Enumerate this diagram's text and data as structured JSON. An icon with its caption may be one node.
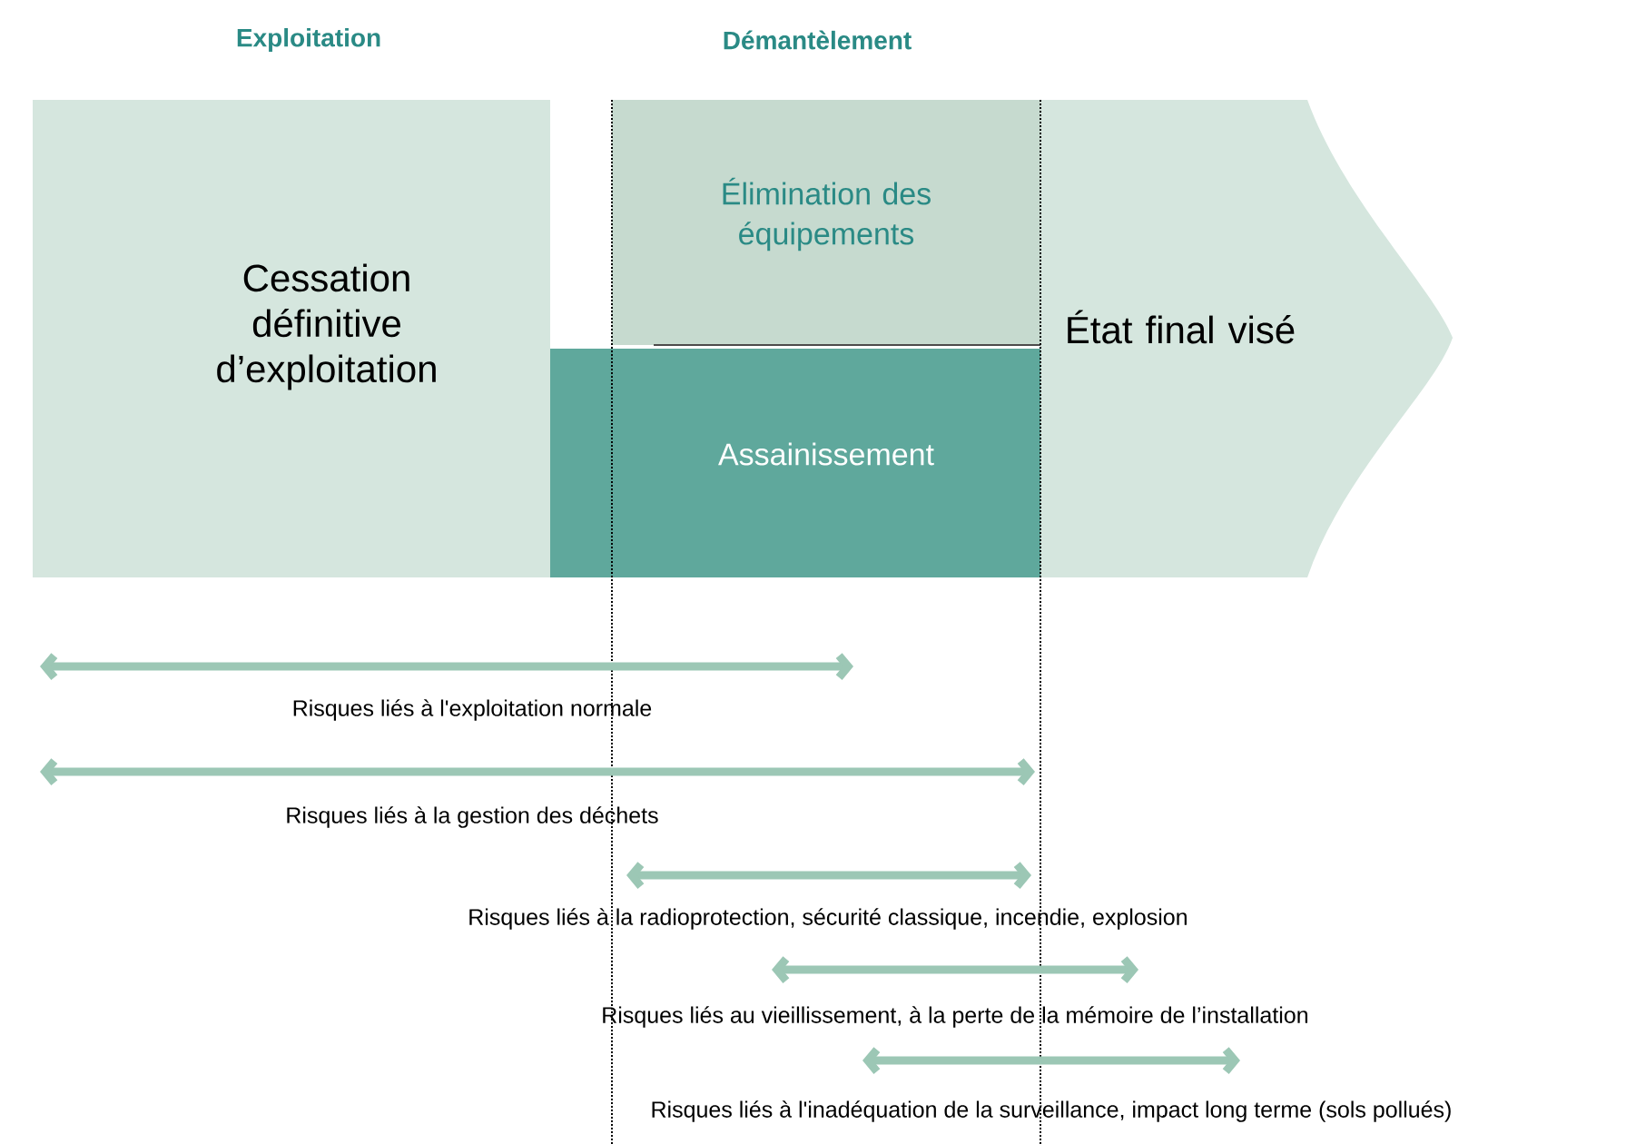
{
  "diagram": {
    "nodes": [
      {
        "text": [
          "Cessation définitive d’exploitation"
        ]
      },
      {
        "text": [
          "Élimination des équipements"
        ]
      },
      {
        "text": [
          "Assainissement"
        ]
      },
      {
        "text": [
          "État final visé"
        ]
      }
    ],
    "labels": [
      "Exploitation",
      "Démantèlement",
      "Risques liés à l'exploitation normale",
      "Risques liés à la gestion des déchets",
      "Risques liés à la radioprotection, sécurité classique, incendie, explosion",
      "Risques liés au vieillissement, à la perte de la mémoire de l’installation",
      "Risques liés à l'inadéquation de la surveillance, impact long terme (sols pollués)"
    ]
  }
}
